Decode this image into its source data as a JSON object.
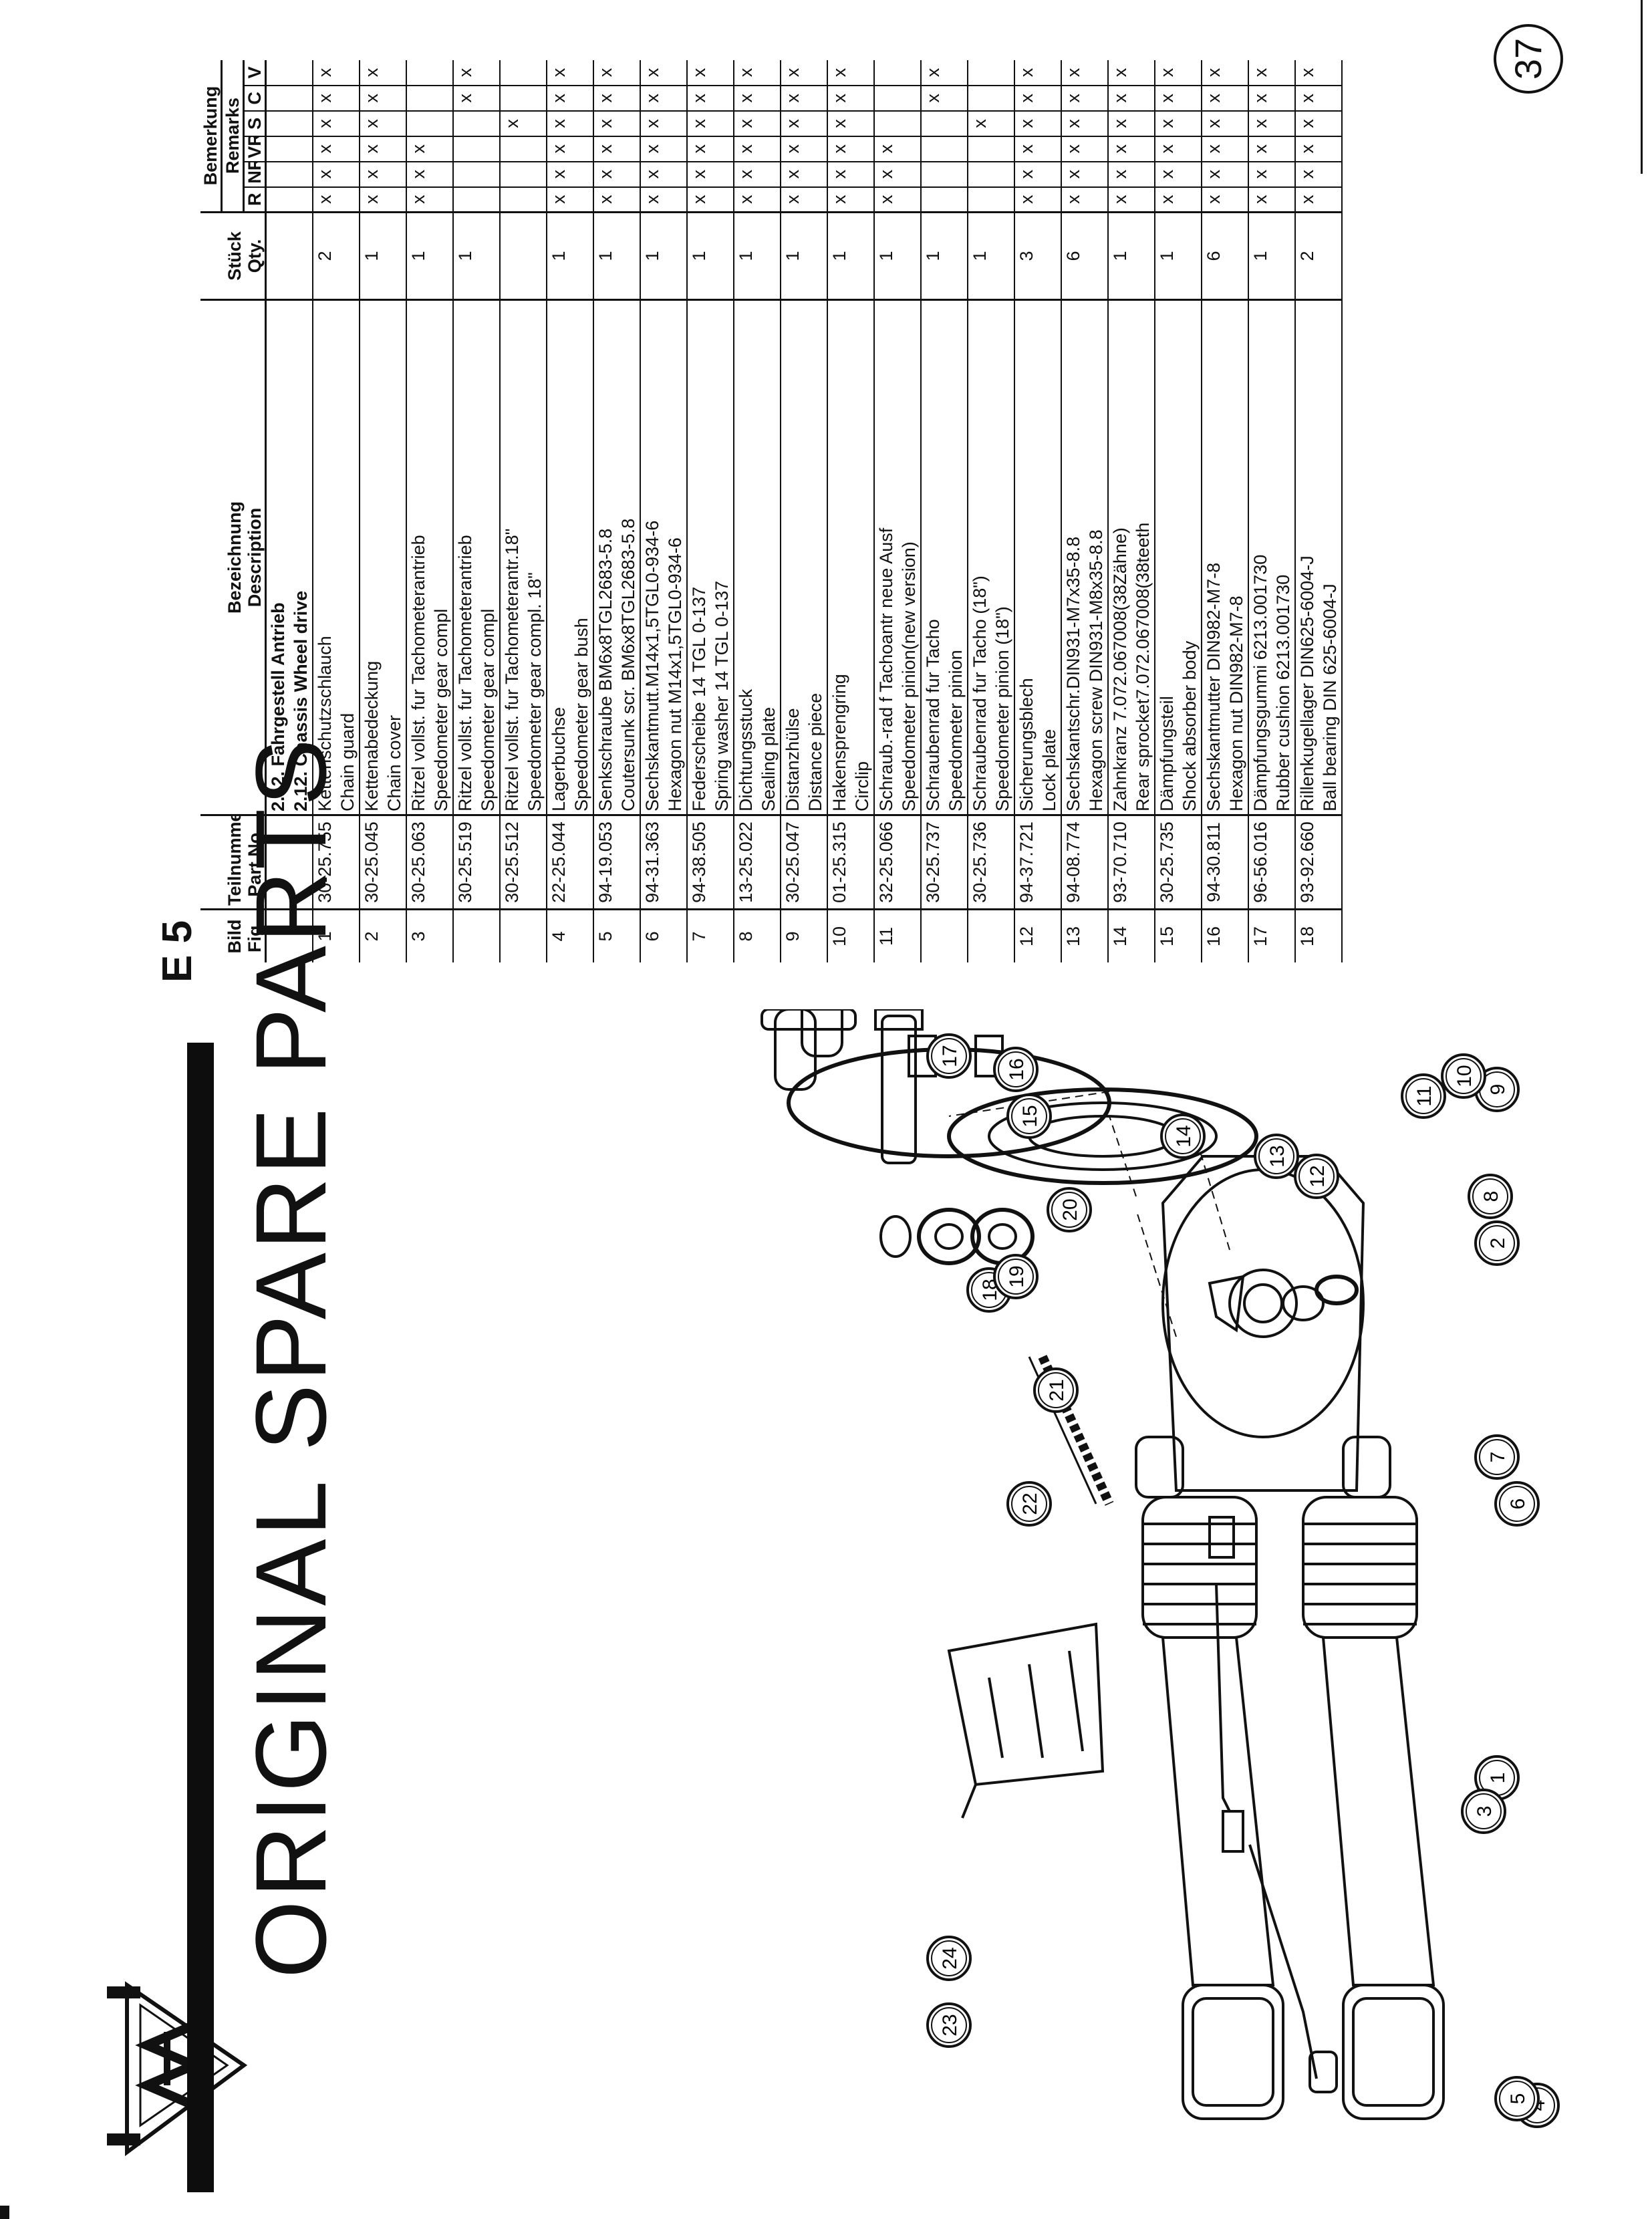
{
  "header": {
    "title": "ORIGINAL SPARE PARTS",
    "section": "E 5",
    "page_number": "37"
  },
  "table": {
    "headers": {
      "fig": [
        "Bild",
        "Fig."
      ],
      "part": [
        "Teilnummer",
        "Part No."
      ],
      "desc": [
        "Bezeichnung",
        "Description"
      ],
      "qty": [
        "Stück",
        "Qty."
      ],
      "remarks": [
        "Bemerkung",
        "Remarks"
      ],
      "remark_cols": [
        "R",
        "NR",
        "VR",
        "S",
        "C",
        "V"
      ]
    },
    "section_title": [
      "2.12. Fahrgestell  Antrieb",
      "2.12.  Chassis   Wheel drive"
    ],
    "rows": [
      {
        "fig": "1",
        "part": "30-25.755",
        "qty": "2",
        "marks": [
          "x",
          "x",
          "x",
          "x",
          "x",
          "x"
        ],
        "desc": [
          "Kettenschutzschlauch",
          "Chain guard"
        ]
      },
      {
        "fig": "2",
        "part": "30-25.045",
        "qty": "1",
        "marks": [
          "x",
          "x",
          "x",
          "x",
          "x",
          "x"
        ],
        "desc": [
          "Kettenabedeckung",
          "Chain cover"
        ]
      },
      {
        "fig": "3",
        "part": "30-25.063",
        "qty": "1",
        "marks": [
          "x",
          "x",
          "x",
          "",
          "",
          ""
        ],
        "desc": [
          "Ritzel vollst. fur Tachometerantrieb",
          "Speedometer gear compl"
        ]
      },
      {
        "fig": "",
        "part": "30-25.519",
        "qty": "1",
        "marks": [
          "",
          "",
          "",
          "",
          "x",
          "x"
        ],
        "desc": [
          "Ritzel vollst. fur Tachometerantrieb",
          "Speedometer gear compl"
        ]
      },
      {
        "fig": "",
        "part": "30-25.512",
        "qty": "",
        "marks": [
          "",
          "",
          "",
          "x",
          "",
          ""
        ],
        "desc": [
          "Ritzel vollst. fur Tachometerantr.18\"",
          "Speedometer gear compl. 18\""
        ]
      },
      {
        "fig": "4",
        "part": "22-25.044",
        "qty": "1",
        "marks": [
          "x",
          "x",
          "x",
          "x",
          "x",
          "x"
        ],
        "desc": [
          "Lagerbuchse",
          "Speedometer gear bush"
        ]
      },
      {
        "fig": "5",
        "part": "94-19.053",
        "qty": "1",
        "marks": [
          "x",
          "x",
          "x",
          "x",
          "x",
          "x"
        ],
        "desc": [
          "Senkschraube BM6x8TGL2683-5.8",
          "Coutersunk scr. BM6x8TGL2683-5.8"
        ]
      },
      {
        "fig": "6",
        "part": "94-31.363",
        "qty": "1",
        "marks": [
          "x",
          "x",
          "x",
          "x",
          "x",
          "x"
        ],
        "desc": [
          "Sechskantmutt.M14x1,5TGL0-934-6",
          "Hexagon nut M14x1,5TGL0-934-6"
        ]
      },
      {
        "fig": "7",
        "part": "94-38.505",
        "qty": "1",
        "marks": [
          "x",
          "x",
          "x",
          "x",
          "x",
          "x"
        ],
        "desc": [
          "Federscheibe 14 TGL 0-137",
          "Spring washer 14 TGL 0-137"
        ]
      },
      {
        "fig": "8",
        "part": "13-25.022",
        "qty": "1",
        "marks": [
          "x",
          "x",
          "x",
          "x",
          "x",
          "x"
        ],
        "desc": [
          "Dichtungsstuck",
          "Sealing plate"
        ]
      },
      {
        "fig": "9",
        "part": "30-25.047",
        "qty": "1",
        "marks": [
          "x",
          "x",
          "x",
          "x",
          "x",
          "x"
        ],
        "desc": [
          "Distanzhülse",
          "Distance piece"
        ]
      },
      {
        "fig": "10",
        "part": "01-25.315",
        "qty": "1",
        "marks": [
          "x",
          "x",
          "x",
          "x",
          "x",
          "x"
        ],
        "desc": [
          "Hakensprengring",
          "Circlip"
        ]
      },
      {
        "fig": "11",
        "part": "32-25.066",
        "qty": "1",
        "marks": [
          "x",
          "x",
          "x",
          "",
          "",
          ""
        ],
        "desc": [
          "Schraub.-rad f Tachoantr neue Ausf",
          "Speedometer pinion(new version)"
        ]
      },
      {
        "fig": "",
        "part": "30-25.737",
        "qty": "1",
        "marks": [
          "",
          "",
          "",
          "",
          "x",
          "x"
        ],
        "desc": [
          "Schraubenrad fur Tacho",
          "Speedometer pinion"
        ]
      },
      {
        "fig": "",
        "part": "30-25.736",
        "qty": "1",
        "marks": [
          "",
          "",
          "",
          "x",
          "",
          ""
        ],
        "desc": [
          "Schraubenrad fur Tacho (18\")",
          "Speedometer pinion (18\")"
        ]
      },
      {
        "fig": "12",
        "part": "94-37.721",
        "qty": "3",
        "marks": [
          "x",
          "x",
          "x",
          "x",
          "x",
          "x"
        ],
        "desc": [
          "Sicherungsblech",
          "Lock plate"
        ]
      },
      {
        "fig": "13",
        "part": "94-08.774",
        "qty": "6",
        "marks": [
          "x",
          "x",
          "x",
          "x",
          "x",
          "x"
        ],
        "desc": [
          "Sechskantschr.DIN931-M7x35-8.8",
          "Hexagon screw DIN931-M8x35-8.8"
        ]
      },
      {
        "fig": "14",
        "part": "93-70.710",
        "qty": "1",
        "marks": [
          "x",
          "x",
          "x",
          "x",
          "x",
          "x"
        ],
        "desc": [
          "Zahnkranz 7.072.067008(38Zähne)",
          "Rear sprocket7.072.067008(38teeth"
        ]
      },
      {
        "fig": "15",
        "part": "30-25.735",
        "qty": "1",
        "marks": [
          "x",
          "x",
          "x",
          "x",
          "x",
          "x"
        ],
        "desc": [
          "Dämpfungsteil",
          "Shock absorber body"
        ]
      },
      {
        "fig": "16",
        "part": "94-30.811",
        "qty": "6",
        "marks": [
          "x",
          "x",
          "x",
          "x",
          "x",
          "x"
        ],
        "desc": [
          "Sechskantmutter DIN982-M7-8",
          "Hexagon nut DIN982-M7-8"
        ]
      },
      {
        "fig": "17",
        "part": "96-56.016",
        "qty": "1",
        "marks": [
          "x",
          "x",
          "x",
          "x",
          "x",
          "x"
        ],
        "desc": [
          "Dämpfungsgummi 6213.001730",
          "Rubber cushion 6213.001730"
        ]
      },
      {
        "fig": "18",
        "part": "93-92.660",
        "qty": "2",
        "marks": [
          "x",
          "x",
          "x",
          "x",
          "x",
          "x"
        ],
        "desc": [
          "Rillenkugellager DIN625-6004-J",
          "Ball bearing DIN 625-6004-J"
        ]
      }
    ]
  },
  "diagram": {
    "callouts": [
      "1",
      "2",
      "3",
      "4",
      "5",
      "6",
      "7",
      "8",
      "9",
      "10",
      "11",
      "12",
      "13",
      "14",
      "15",
      "16",
      "17",
      "18",
      "19",
      "20",
      "21",
      "22",
      "23",
      "24"
    ]
  }
}
